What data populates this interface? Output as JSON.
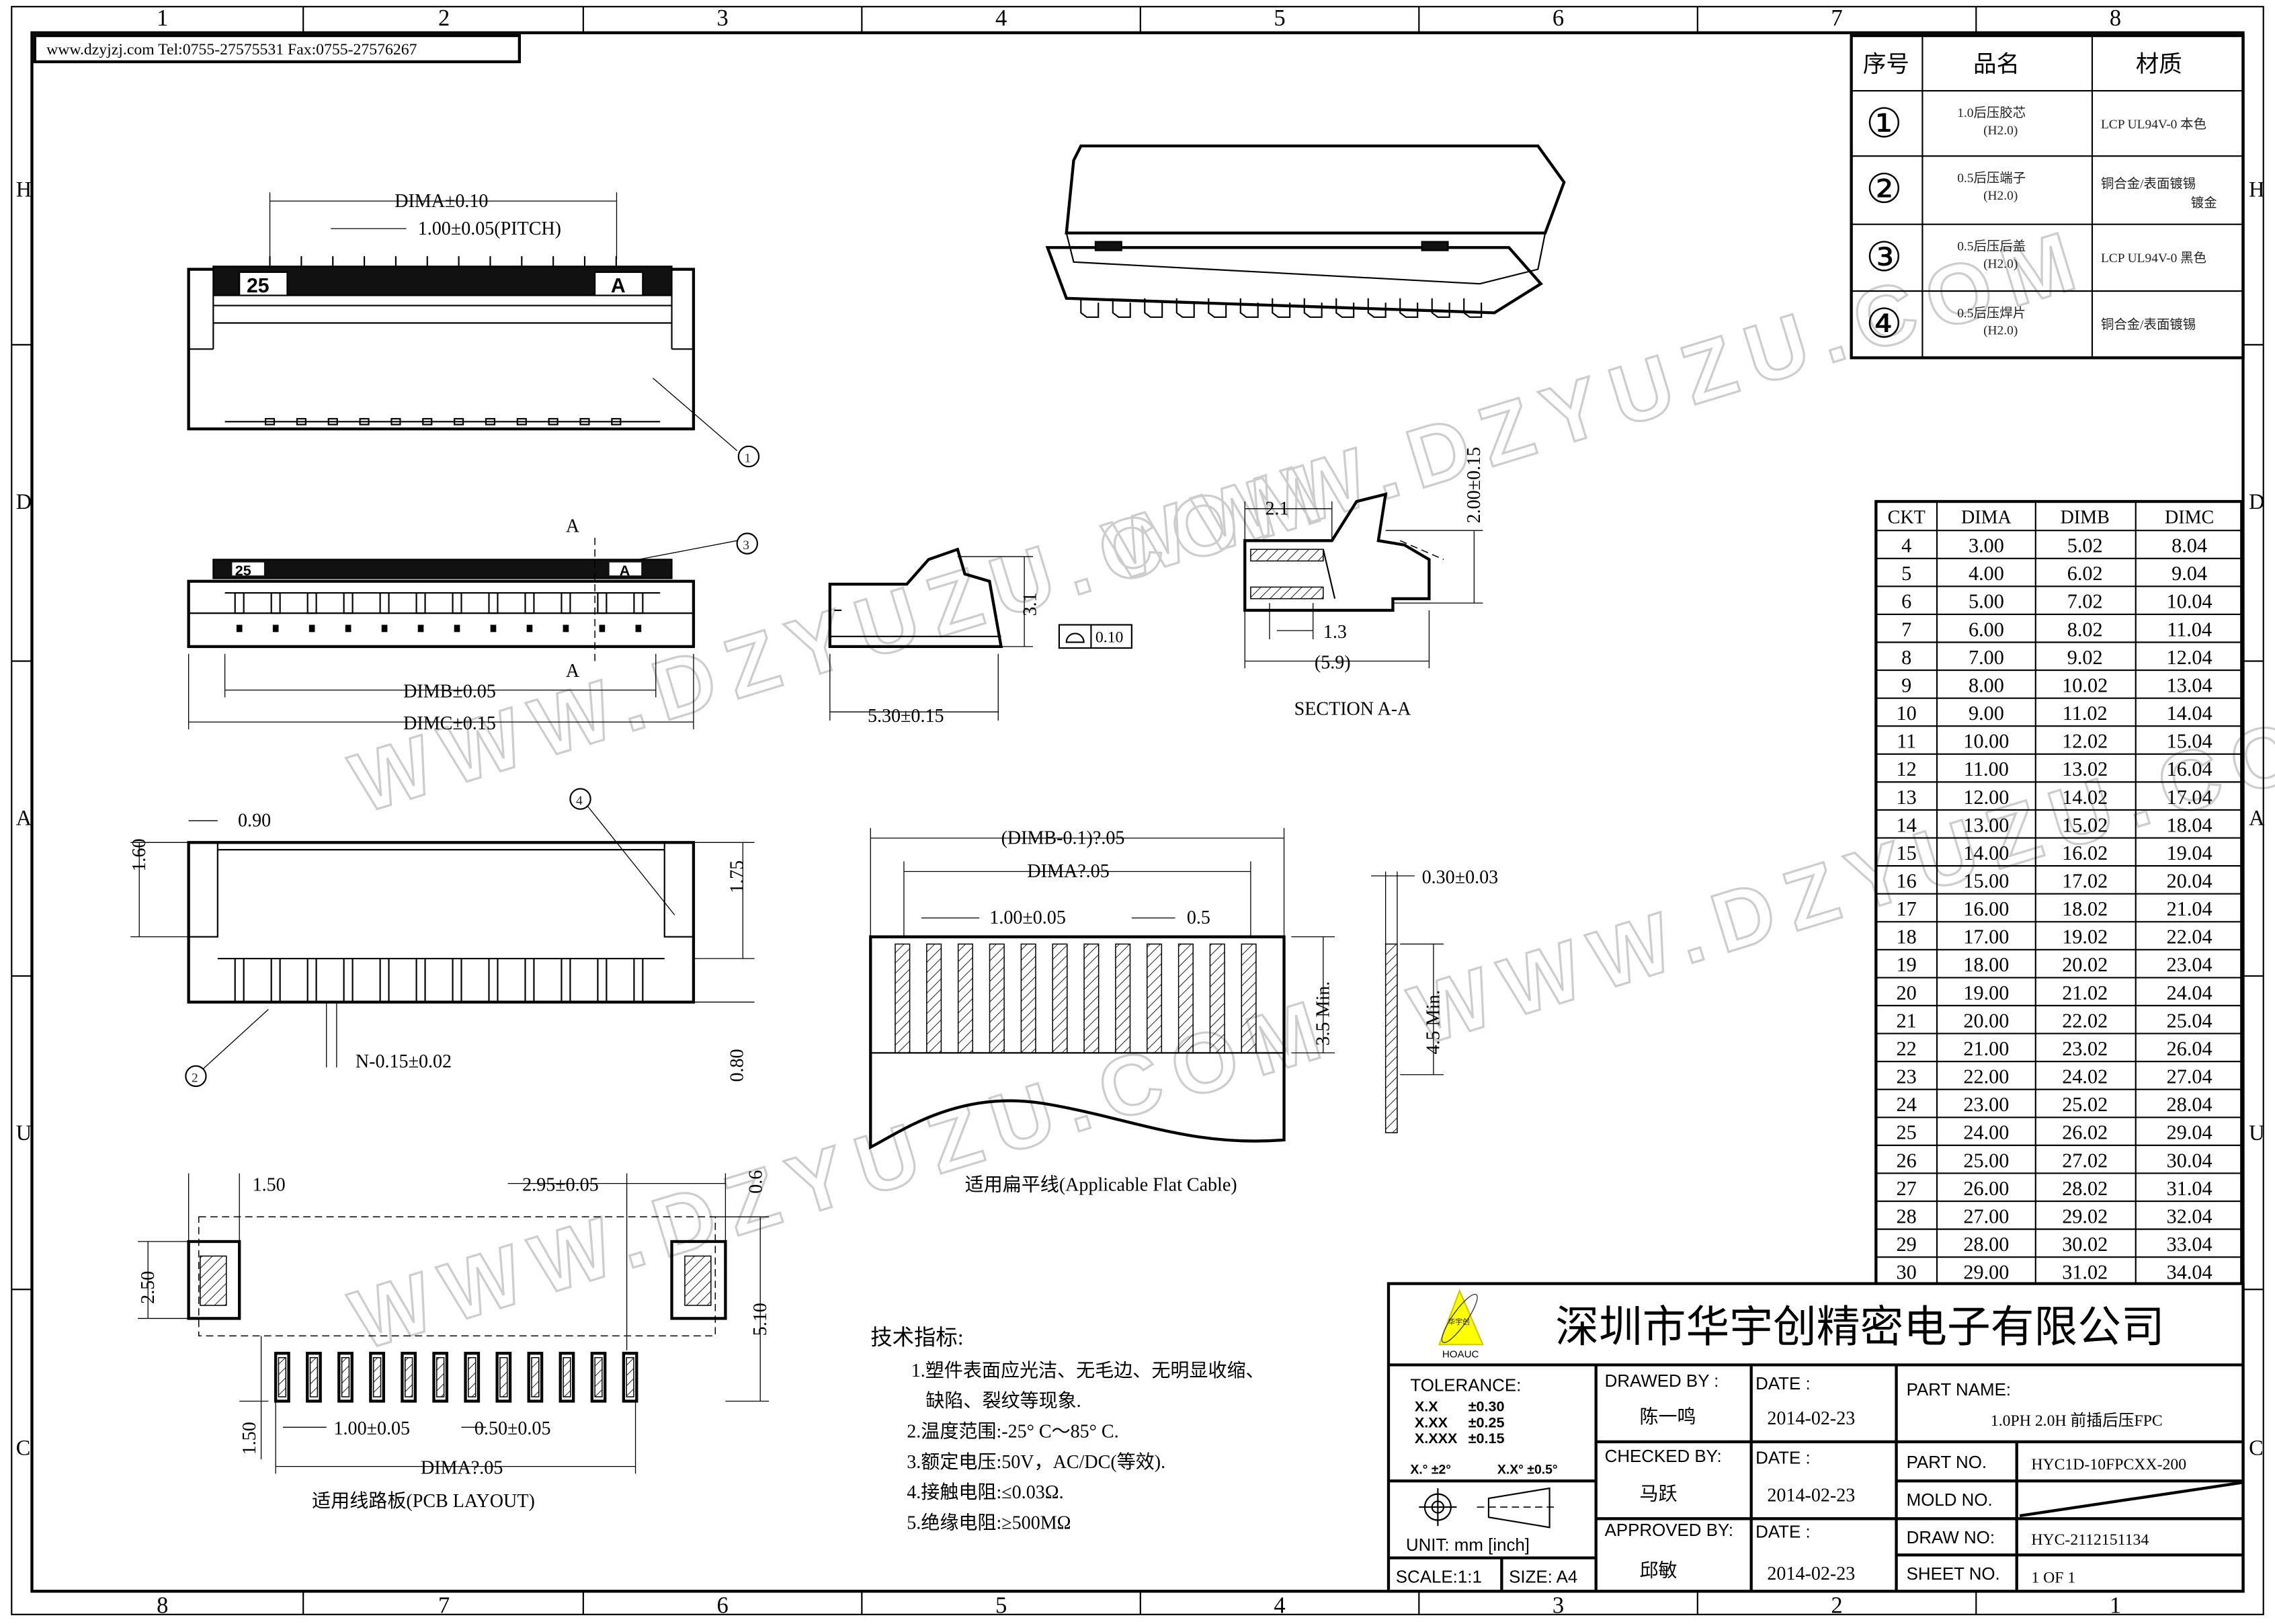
{
  "header": {
    "text": "www.dzyjzj.com  Tel:0755-27575531  Fax:0755-27576267"
  },
  "border": {
    "top_columns": [
      "1",
      "2",
      "3",
      "4",
      "5",
      "6",
      "7",
      "8"
    ],
    "bottom_columns": [
      "8",
      "7",
      "6",
      "5",
      "4",
      "3",
      "2",
      "1"
    ],
    "rows": [
      "H",
      "D",
      "A",
      "U",
      "C"
    ]
  },
  "watermark": "WWW.DZYUZU.COM",
  "bom": {
    "headers": [
      "序号",
      "品名",
      "材质"
    ],
    "items": [
      {
        "no": "①",
        "name": "1.0后压胶芯",
        "sub": "(H2.0)",
        "material": "LCP UL94V-0 本色",
        "material2": ""
      },
      {
        "no": "②",
        "name": "0.5后压端子",
        "sub": "(H2.0)",
        "material": "铜合金/表面镀锡",
        "material2": "镀金"
      },
      {
        "no": "③",
        "name": "0.5后压后盖",
        "sub": "(H2.0)",
        "material": "LCP UL94V-0 黑色",
        "material2": ""
      },
      {
        "no": "④",
        "name": "0.5后压焊片",
        "sub": "(H2.0)",
        "material": "铜合金/表面镀锡",
        "material2": ""
      }
    ]
  },
  "dim_table": {
    "headers": [
      "CKT",
      "DIMA",
      "DIMB",
      "DIMC"
    ],
    "rows": [
      [
        "4",
        "3.00",
        "5.02",
        "8.04"
      ],
      [
        "5",
        "4.00",
        "6.02",
        "9.04"
      ],
      [
        "6",
        "5.00",
        "7.02",
        "10.04"
      ],
      [
        "7",
        "6.00",
        "8.02",
        "11.04"
      ],
      [
        "8",
        "7.00",
        "9.02",
        "12.04"
      ],
      [
        "9",
        "8.00",
        "10.02",
        "13.04"
      ],
      [
        "10",
        "9.00",
        "11.02",
        "14.04"
      ],
      [
        "11",
        "10.00",
        "12.02",
        "15.04"
      ],
      [
        "12",
        "11.00",
        "13.02",
        "16.04"
      ],
      [
        "13",
        "12.00",
        "14.02",
        "17.04"
      ],
      [
        "14",
        "13.00",
        "15.02",
        "18.04"
      ],
      [
        "15",
        "14.00",
        "16.02",
        "19.04"
      ],
      [
        "16",
        "15.00",
        "17.02",
        "20.04"
      ],
      [
        "17",
        "16.00",
        "18.02",
        "21.04"
      ],
      [
        "18",
        "17.00",
        "19.02",
        "22.04"
      ],
      [
        "19",
        "18.00",
        "20.02",
        "23.04"
      ],
      [
        "20",
        "19.00",
        "21.02",
        "24.04"
      ],
      [
        "21",
        "20.00",
        "22.02",
        "25.04"
      ],
      [
        "22",
        "21.00",
        "23.02",
        "26.04"
      ],
      [
        "23",
        "22.00",
        "24.02",
        "27.04"
      ],
      [
        "24",
        "23.00",
        "25.02",
        "28.04"
      ],
      [
        "25",
        "24.00",
        "26.02",
        "29.04"
      ],
      [
        "26",
        "25.00",
        "27.02",
        "30.04"
      ],
      [
        "27",
        "26.00",
        "28.02",
        "31.04"
      ],
      [
        "28",
        "27.00",
        "29.02",
        "32.04"
      ],
      [
        "29",
        "28.00",
        "30.02",
        "33.04"
      ],
      [
        "30",
        "29.00",
        "31.02",
        "34.04"
      ]
    ]
  },
  "top_view": {
    "dima": "DIMA±0.10",
    "pitch": "1.00±0.05(PITCH)",
    "label_25": "25",
    "label_a": "A",
    "balloon": "1"
  },
  "front_view": {
    "dimb": "DIMB±0.05",
    "dimc": "DIMC±0.15",
    "section_a_top": "A",
    "section_a_bottom": "A",
    "label_25": "25",
    "label_a": "A",
    "balloon": "3"
  },
  "side_view": {
    "height": "3.1",
    "depth": "5.30±0.15",
    "flatness": "0.10"
  },
  "section_view": {
    "width": "2.1",
    "height": "2.00±0.15",
    "inner": "1.3",
    "overall": "(5.9)",
    "title": "SECTION A-A"
  },
  "bottom_view": {
    "d090": "0.90",
    "d160": "1.60",
    "d175": "1.75",
    "d080": "0.80",
    "pin_width": "N-0.15±0.02",
    "balloon_4": "4",
    "balloon_2": "2"
  },
  "cable": {
    "dim_b": "(DIMB-0.1)?.05",
    "dim_a": "DIMA?.05",
    "pitch": "1.00±0.05",
    "conductor": "0.5",
    "min_35": "3.5 Min.",
    "thickness": "0.30±0.03",
    "min_45": "4.5 Min.",
    "caption": "适用扁平线(Applicable Flat Cable)"
  },
  "pcb": {
    "d150_top": "1.50",
    "d295": "2.95±0.05",
    "d06": "0.6",
    "d250": "2.50",
    "d510": "5.10",
    "d150_left": "1.50",
    "pitch": "1.00±0.05",
    "pad": "0.50±0.05",
    "dima": "DIMA?.05",
    "caption": "适用线路板(PCB LAYOUT)"
  },
  "notes": {
    "title": "技术指标:",
    "items": [
      "1.塑件表面应光洁、无毛边、无明显收缩、",
      "缺陷、裂纹等现象.",
      "2.温度范围:-25° C～85° C.",
      "3.额定电压:50V，AC/DC(等效).",
      "4.接触电阻:≤0.03Ω.",
      "5.绝缘电阻:≥500MΩ"
    ]
  },
  "title_block": {
    "company": "深圳市华宇创精密电子有限公司",
    "logo_text": "华宇创",
    "logo_brand": "HOAUC",
    "logo_color": "#ffff00",
    "tolerance_label": "TOLERANCE:",
    "tolerances": [
      [
        "X.X",
        "±0.30"
      ],
      [
        "X.XX",
        "±0.25"
      ],
      [
        "X.XXX",
        "±0.15"
      ]
    ],
    "angle_tol": [
      "X.° ±2°",
      "X.X° ±0.5°"
    ],
    "unit": "UNIT:  mm  [inch]",
    "scale": "SCALE:1:1",
    "size": "SIZE: A4",
    "drawed_by_label": "DRAWED BY :",
    "drawed_by": "陈一鸣",
    "checked_by_label": "CHECKED BY:",
    "checked_by": "马跃",
    "approved_by_label": "APPROVED BY:",
    "approved_by": "邱敏",
    "date_label": "DATE :",
    "date_drawn": "2014-02-23",
    "date_checked": "2014-02-23",
    "date_approved": "2014-02-23",
    "part_name_label": "PART NAME:",
    "part_name": "1.0PH 2.0H 前插后压FPC",
    "part_no_label": "PART NO.",
    "part_no": "HYC1D-10FPCXX-200",
    "mold_no_label": "MOLD NO.",
    "draw_no_label": "DRAW NO:",
    "draw_no": "HYC-2112151134",
    "sheet_no_label": "SHEET NO.",
    "sheet_no": "1 OF 1"
  }
}
